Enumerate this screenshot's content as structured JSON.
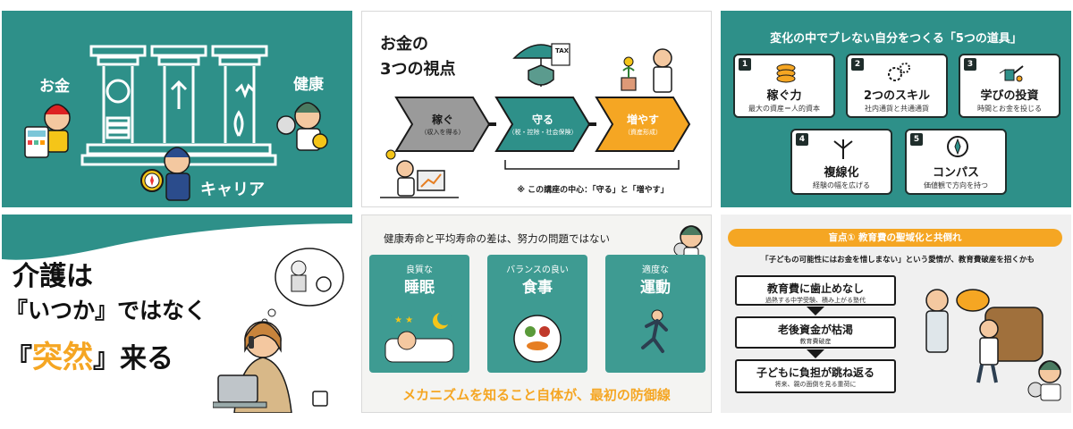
{
  "panel1": {
    "label_money": "お金",
    "label_health": "健康",
    "label_career": "キャリア",
    "accent": "#2e9089"
  },
  "panel2": {
    "title_line1": "お金の",
    "title_line2": "3つの視点",
    "steps": [
      {
        "label": "稼ぐ",
        "sub": "（収入を得る）"
      },
      {
        "label": "守る",
        "sub": "（税・控除・社会保険）"
      },
      {
        "label": "増やす",
        "sub": "（資産形成）"
      }
    ],
    "note": "※ この講座の中心：「守る」と「増やす」",
    "tax_label": "TAX",
    "colors": {
      "grey": "#9a9a9a",
      "teal": "#2e9089",
      "orange": "#f5a623"
    }
  },
  "panel3": {
    "title": "変化の中でブレない自分をつくる「5つの道具」",
    "cards": [
      {
        "num": "1",
        "title": "稼ぐ力",
        "sub": "最大の資産＝人的資本"
      },
      {
        "num": "2",
        "title": "2つのスキル",
        "sub": "社内通貨と共通通貨"
      },
      {
        "num": "3",
        "title": "学びの投資",
        "sub": "時間とお金を投じる"
      },
      {
        "num": "4",
        "title": "複線化",
        "sub": "経験の幅を広げる"
      },
      {
        "num": "5",
        "title": "コンパス",
        "sub": "価値観で方向を持つ"
      }
    ]
  },
  "panel4": {
    "line1": "介護は",
    "line2": "『いつか』ではなく",
    "line3_open": "『",
    "line3_accent": "突然",
    "line3_close": "』来る",
    "accent": "#f5a623"
  },
  "panel5": {
    "title": "健康寿命と平均寿命の差は、努力の問題ではない",
    "tiles": [
      {
        "small": "良質な",
        "big": "睡眠"
      },
      {
        "small": "バランスの良い",
        "big": "食事"
      },
      {
        "small": "適度な",
        "big": "運動"
      }
    ],
    "footer": "メカニズムを知ること自体が、最初の防御線"
  },
  "panel6": {
    "banner": "盲点① 教育費の聖域化と共倒れ",
    "quote": "「子どもの可能性にはお金を惜しまない」という愛情が、教育費破産を招くかも",
    "boxes": [
      {
        "title": "教育費に歯止めなし",
        "desc": "過熱する中学受験、積み上がる塾代"
      },
      {
        "title": "老後資金が枯渇",
        "desc": "教育費破産"
      },
      {
        "title": "子どもに負担が跳ね返る",
        "desc": "将来、親の面倒を見る重荷に"
      }
    ]
  }
}
